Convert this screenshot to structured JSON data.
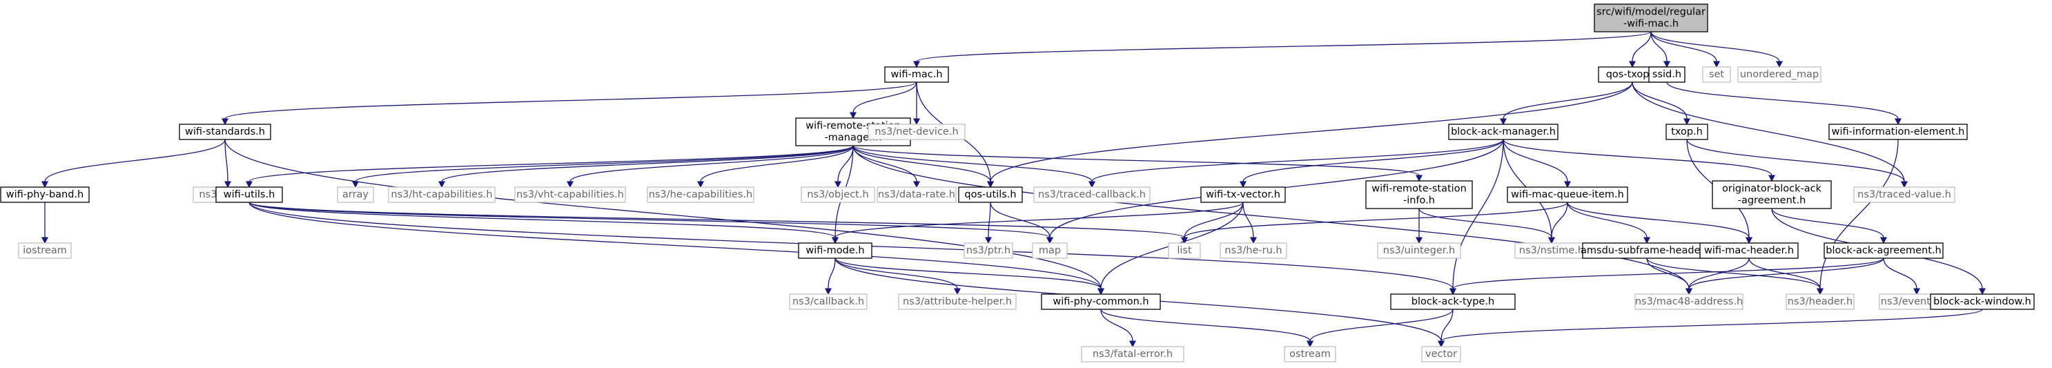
{
  "diagram": {
    "type": "include-dependency-graph",
    "colors": {
      "edge": "#191970",
      "root_fill": "#bfbfbf",
      "internal_border": "#000000",
      "external_border": "#bfbfbf",
      "external_text": "#666666"
    },
    "nodes": [
      {
        "id": "root",
        "lines": [
          "src/wifi/model/regular",
          "-wifi-mac.h"
        ],
        "kind": "root"
      },
      {
        "id": "wifi_mac",
        "lines": [
          "wifi-mac.h"
        ],
        "kind": "internal"
      },
      {
        "id": "qos_txop",
        "lines": [
          "qos-txop.h"
        ],
        "kind": "internal"
      },
      {
        "id": "ssid",
        "lines": [
          "ssid.h"
        ],
        "kind": "internal"
      },
      {
        "id": "set",
        "lines": [
          "set"
        ],
        "kind": "external"
      },
      {
        "id": "unordered_map",
        "lines": [
          "unordered_map"
        ],
        "kind": "external"
      },
      {
        "id": "wifi_standards",
        "lines": [
          "wifi-standards.h"
        ],
        "kind": "internal"
      },
      {
        "id": "wrsm",
        "lines": [
          "wifi-remote-station",
          "-manager.h"
        ],
        "kind": "internal"
      },
      {
        "id": "net_device",
        "lines": [
          "ns3/net-device.h"
        ],
        "kind": "external"
      },
      {
        "id": "bam",
        "lines": [
          "block-ack-manager.h"
        ],
        "kind": "internal"
      },
      {
        "id": "txop",
        "lines": [
          "txop.h"
        ],
        "kind": "internal"
      },
      {
        "id": "wie",
        "lines": [
          "wifi-information-element.h"
        ],
        "kind": "internal"
      },
      {
        "id": "wifi_phy_band",
        "lines": [
          "wifi-phy-band.h"
        ],
        "kind": "internal"
      },
      {
        "id": "abort",
        "lines": [
          "ns3/abort.h"
        ],
        "kind": "external"
      },
      {
        "id": "wifi_utils",
        "lines": [
          "wifi-utils.h"
        ],
        "kind": "internal"
      },
      {
        "id": "array",
        "lines": [
          "array"
        ],
        "kind": "external"
      },
      {
        "id": "ht_cap",
        "lines": [
          "ns3/ht-capabilities.h"
        ],
        "kind": "external"
      },
      {
        "id": "vht_cap",
        "lines": [
          "ns3/vht-capabilities.h"
        ],
        "kind": "external"
      },
      {
        "id": "he_cap",
        "lines": [
          "ns3/he-capabilities.h"
        ],
        "kind": "external"
      },
      {
        "id": "object",
        "lines": [
          "ns3/object.h"
        ],
        "kind": "external"
      },
      {
        "id": "data_rate",
        "lines": [
          "ns3/data-rate.h"
        ],
        "kind": "external"
      },
      {
        "id": "qos_utils",
        "lines": [
          "qos-utils.h"
        ],
        "kind": "internal"
      },
      {
        "id": "traced_cb",
        "lines": [
          "ns3/traced-callback.h"
        ],
        "kind": "external"
      },
      {
        "id": "wtv",
        "lines": [
          "wifi-tx-vector.h"
        ],
        "kind": "internal"
      },
      {
        "id": "wrsi",
        "lines": [
          "wifi-remote-station",
          "-info.h"
        ],
        "kind": "internal"
      },
      {
        "id": "wmqi",
        "lines": [
          "wifi-mac-queue-item.h"
        ],
        "kind": "internal"
      },
      {
        "id": "oba",
        "lines": [
          "originator-block-ack",
          "-agreement.h"
        ],
        "kind": "internal"
      },
      {
        "id": "traced_value",
        "lines": [
          "ns3/traced-value.h"
        ],
        "kind": "external"
      },
      {
        "id": "iostream",
        "lines": [
          "iostream"
        ],
        "kind": "external"
      },
      {
        "id": "ptr",
        "lines": [
          "ns3/ptr.h"
        ],
        "kind": "external"
      },
      {
        "id": "map",
        "lines": [
          "map"
        ],
        "kind": "external"
      },
      {
        "id": "list",
        "lines": [
          "list"
        ],
        "kind": "external"
      },
      {
        "id": "he_ru",
        "lines": [
          "ns3/he-ru.h"
        ],
        "kind": "external"
      },
      {
        "id": "uinteger",
        "lines": [
          "ns3/uinteger.h"
        ],
        "kind": "external"
      },
      {
        "id": "nstime",
        "lines": [
          "ns3/nstime.h"
        ],
        "kind": "external"
      },
      {
        "id": "amsdu",
        "lines": [
          "amsdu-subframe-header.h"
        ],
        "kind": "internal"
      },
      {
        "id": "wmh",
        "lines": [
          "wifi-mac-header.h"
        ],
        "kind": "internal"
      },
      {
        "id": "baa",
        "lines": [
          "block-ack-agreement.h"
        ],
        "kind": "internal"
      },
      {
        "id": "wifi_mode",
        "lines": [
          "wifi-mode.h"
        ],
        "kind": "internal"
      },
      {
        "id": "callback",
        "lines": [
          "ns3/callback.h"
        ],
        "kind": "external"
      },
      {
        "id": "attr_helper",
        "lines": [
          "ns3/attribute-helper.h"
        ],
        "kind": "external"
      },
      {
        "id": "wpc",
        "lines": [
          "wifi-phy-common.h"
        ],
        "kind": "internal"
      },
      {
        "id": "bat",
        "lines": [
          "block-ack-type.h"
        ],
        "kind": "internal"
      },
      {
        "id": "mac48",
        "lines": [
          "ns3/mac48-address.h"
        ],
        "kind": "external"
      },
      {
        "id": "header",
        "lines": [
          "ns3/header.h"
        ],
        "kind": "external"
      },
      {
        "id": "event_id",
        "lines": [
          "ns3/event-id.h"
        ],
        "kind": "external"
      },
      {
        "id": "baw",
        "lines": [
          "block-ack-window.h"
        ],
        "kind": "internal"
      },
      {
        "id": "fatal_error",
        "lines": [
          "ns3/fatal-error.h"
        ],
        "kind": "external"
      },
      {
        "id": "ostream",
        "lines": [
          "ostream"
        ],
        "kind": "external"
      },
      {
        "id": "vector",
        "lines": [
          "vector"
        ],
        "kind": "external"
      }
    ],
    "edges": [
      [
        "root",
        "wifi_mac"
      ],
      [
        "root",
        "qos_txop"
      ],
      [
        "root",
        "ssid"
      ],
      [
        "root",
        "set"
      ],
      [
        "root",
        "unordered_map"
      ],
      [
        "wifi_mac",
        "wifi_standards"
      ],
      [
        "wifi_mac",
        "wrsm"
      ],
      [
        "wifi_mac",
        "net_device"
      ],
      [
        "wifi_mac",
        "qos_utils"
      ],
      [
        "qos_txop",
        "bam"
      ],
      [
        "qos_txop",
        "txop"
      ],
      [
        "qos_txop",
        "qos_utils"
      ],
      [
        "qos_txop",
        "traced_value"
      ],
      [
        "ssid",
        "wie"
      ],
      [
        "wifi_standards",
        "wifi_phy_band"
      ],
      [
        "wifi_standards",
        "abort"
      ],
      [
        "wifi_standards",
        "wpc"
      ],
      [
        "wrsm",
        "wifi_utils"
      ],
      [
        "wrsm",
        "array"
      ],
      [
        "wrsm",
        "ht_cap"
      ],
      [
        "wrsm",
        "vht_cap"
      ],
      [
        "wrsm",
        "he_cap"
      ],
      [
        "wrsm",
        "object"
      ],
      [
        "wrsm",
        "data_rate"
      ],
      [
        "wrsm",
        "qos_utils"
      ],
      [
        "wrsm",
        "traced_cb"
      ],
      [
        "wrsm",
        "wrsi"
      ],
      [
        "wrsm",
        "mac48"
      ],
      [
        "wrsm",
        "wifi_mode"
      ],
      [
        "bam",
        "traced_cb"
      ],
      [
        "bam",
        "wtv"
      ],
      [
        "bam",
        "wmqi"
      ],
      [
        "bam",
        "oba"
      ],
      [
        "bam",
        "nstime"
      ],
      [
        "bam",
        "bat"
      ],
      [
        "bam",
        "map"
      ],
      [
        "txop",
        "traced_value"
      ],
      [
        "txop",
        "wmh"
      ],
      [
        "wie",
        "header"
      ],
      [
        "wifi_phy_band",
        "iostream"
      ],
      [
        "wifi_utils",
        "wifi_mode"
      ],
      [
        "wifi_utils",
        "wpc"
      ],
      [
        "wifi_utils",
        "map"
      ],
      [
        "wifi_utils",
        "list"
      ],
      [
        "wifi_utils",
        "bat"
      ],
      [
        "qos_utils",
        "ptr"
      ],
      [
        "qos_utils",
        "map"
      ],
      [
        "wtv",
        "wifi_mode"
      ],
      [
        "wtv",
        "wpc"
      ],
      [
        "wtv",
        "list"
      ],
      [
        "wtv",
        "he_ru"
      ],
      [
        "wrsi",
        "uinteger"
      ],
      [
        "wrsi",
        "nstime"
      ],
      [
        "wmqi",
        "list"
      ],
      [
        "wmqi",
        "nstime"
      ],
      [
        "wmqi",
        "amsdu"
      ],
      [
        "wmqi",
        "wmh"
      ],
      [
        "oba",
        "baa"
      ],
      [
        "oba",
        "baw"
      ],
      [
        "amsdu",
        "mac48"
      ],
      [
        "amsdu",
        "header"
      ],
      [
        "wmh",
        "mac48"
      ],
      [
        "wmh",
        "header"
      ],
      [
        "baa",
        "bat"
      ],
      [
        "baa",
        "mac48"
      ],
      [
        "baa",
        "event_id"
      ],
      [
        "baw",
        "vector"
      ],
      [
        "wifi_mode",
        "callback"
      ],
      [
        "wifi_mode",
        "attr_helper"
      ],
      [
        "wifi_mode",
        "wpc"
      ],
      [
        "wifi_mode",
        "vector"
      ],
      [
        "wpc",
        "fatal_error"
      ],
      [
        "wpc",
        "ostream"
      ],
      [
        "bat",
        "ostream"
      ],
      [
        "bat",
        "vector"
      ]
    ]
  }
}
